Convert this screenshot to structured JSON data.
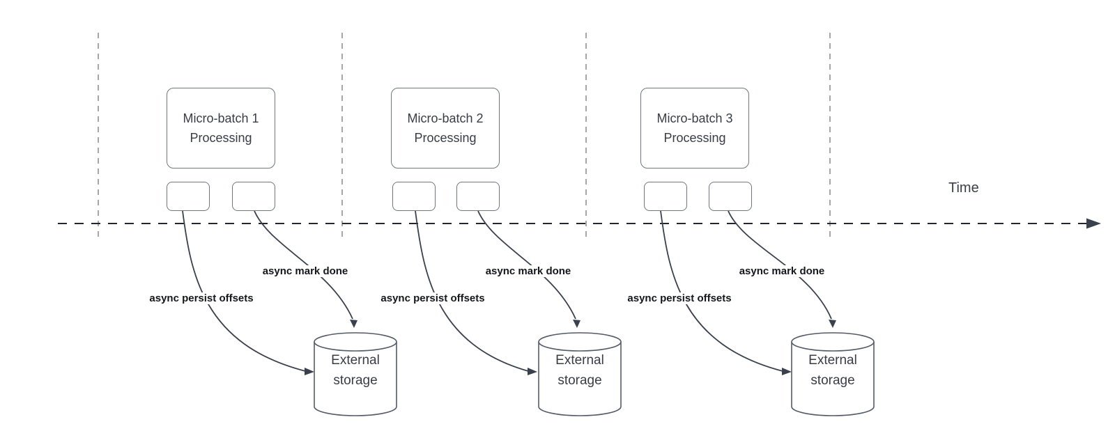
{
  "diagram": {
    "time_axis_label": "Time",
    "batches": [
      {
        "box_label": "Micro-batch 1\nProcessing",
        "persist_label": "async persist offsets",
        "mark_done_label": "async mark done",
        "storage_label": "External\nstorage"
      },
      {
        "box_label": "Micro-batch 2\nProcessing",
        "persist_label": "async persist offsets",
        "mark_done_label": "async mark done",
        "storage_label": "External\nstorage"
      },
      {
        "box_label": "Micro-batch 3\nProcessing",
        "persist_label": "async persist offsets",
        "mark_done_label": "async mark done",
        "storage_label": "External\nstorage"
      }
    ]
  },
  "colors": {
    "gridline": "#a6a6a6",
    "axis": "#23262d",
    "arrow": "#3a414d",
    "shape_border": "#6f7680",
    "cylinder_border": "#545b66",
    "shape_text": "#383d46",
    "label_text": "#15171c",
    "background": "#ffffff"
  }
}
